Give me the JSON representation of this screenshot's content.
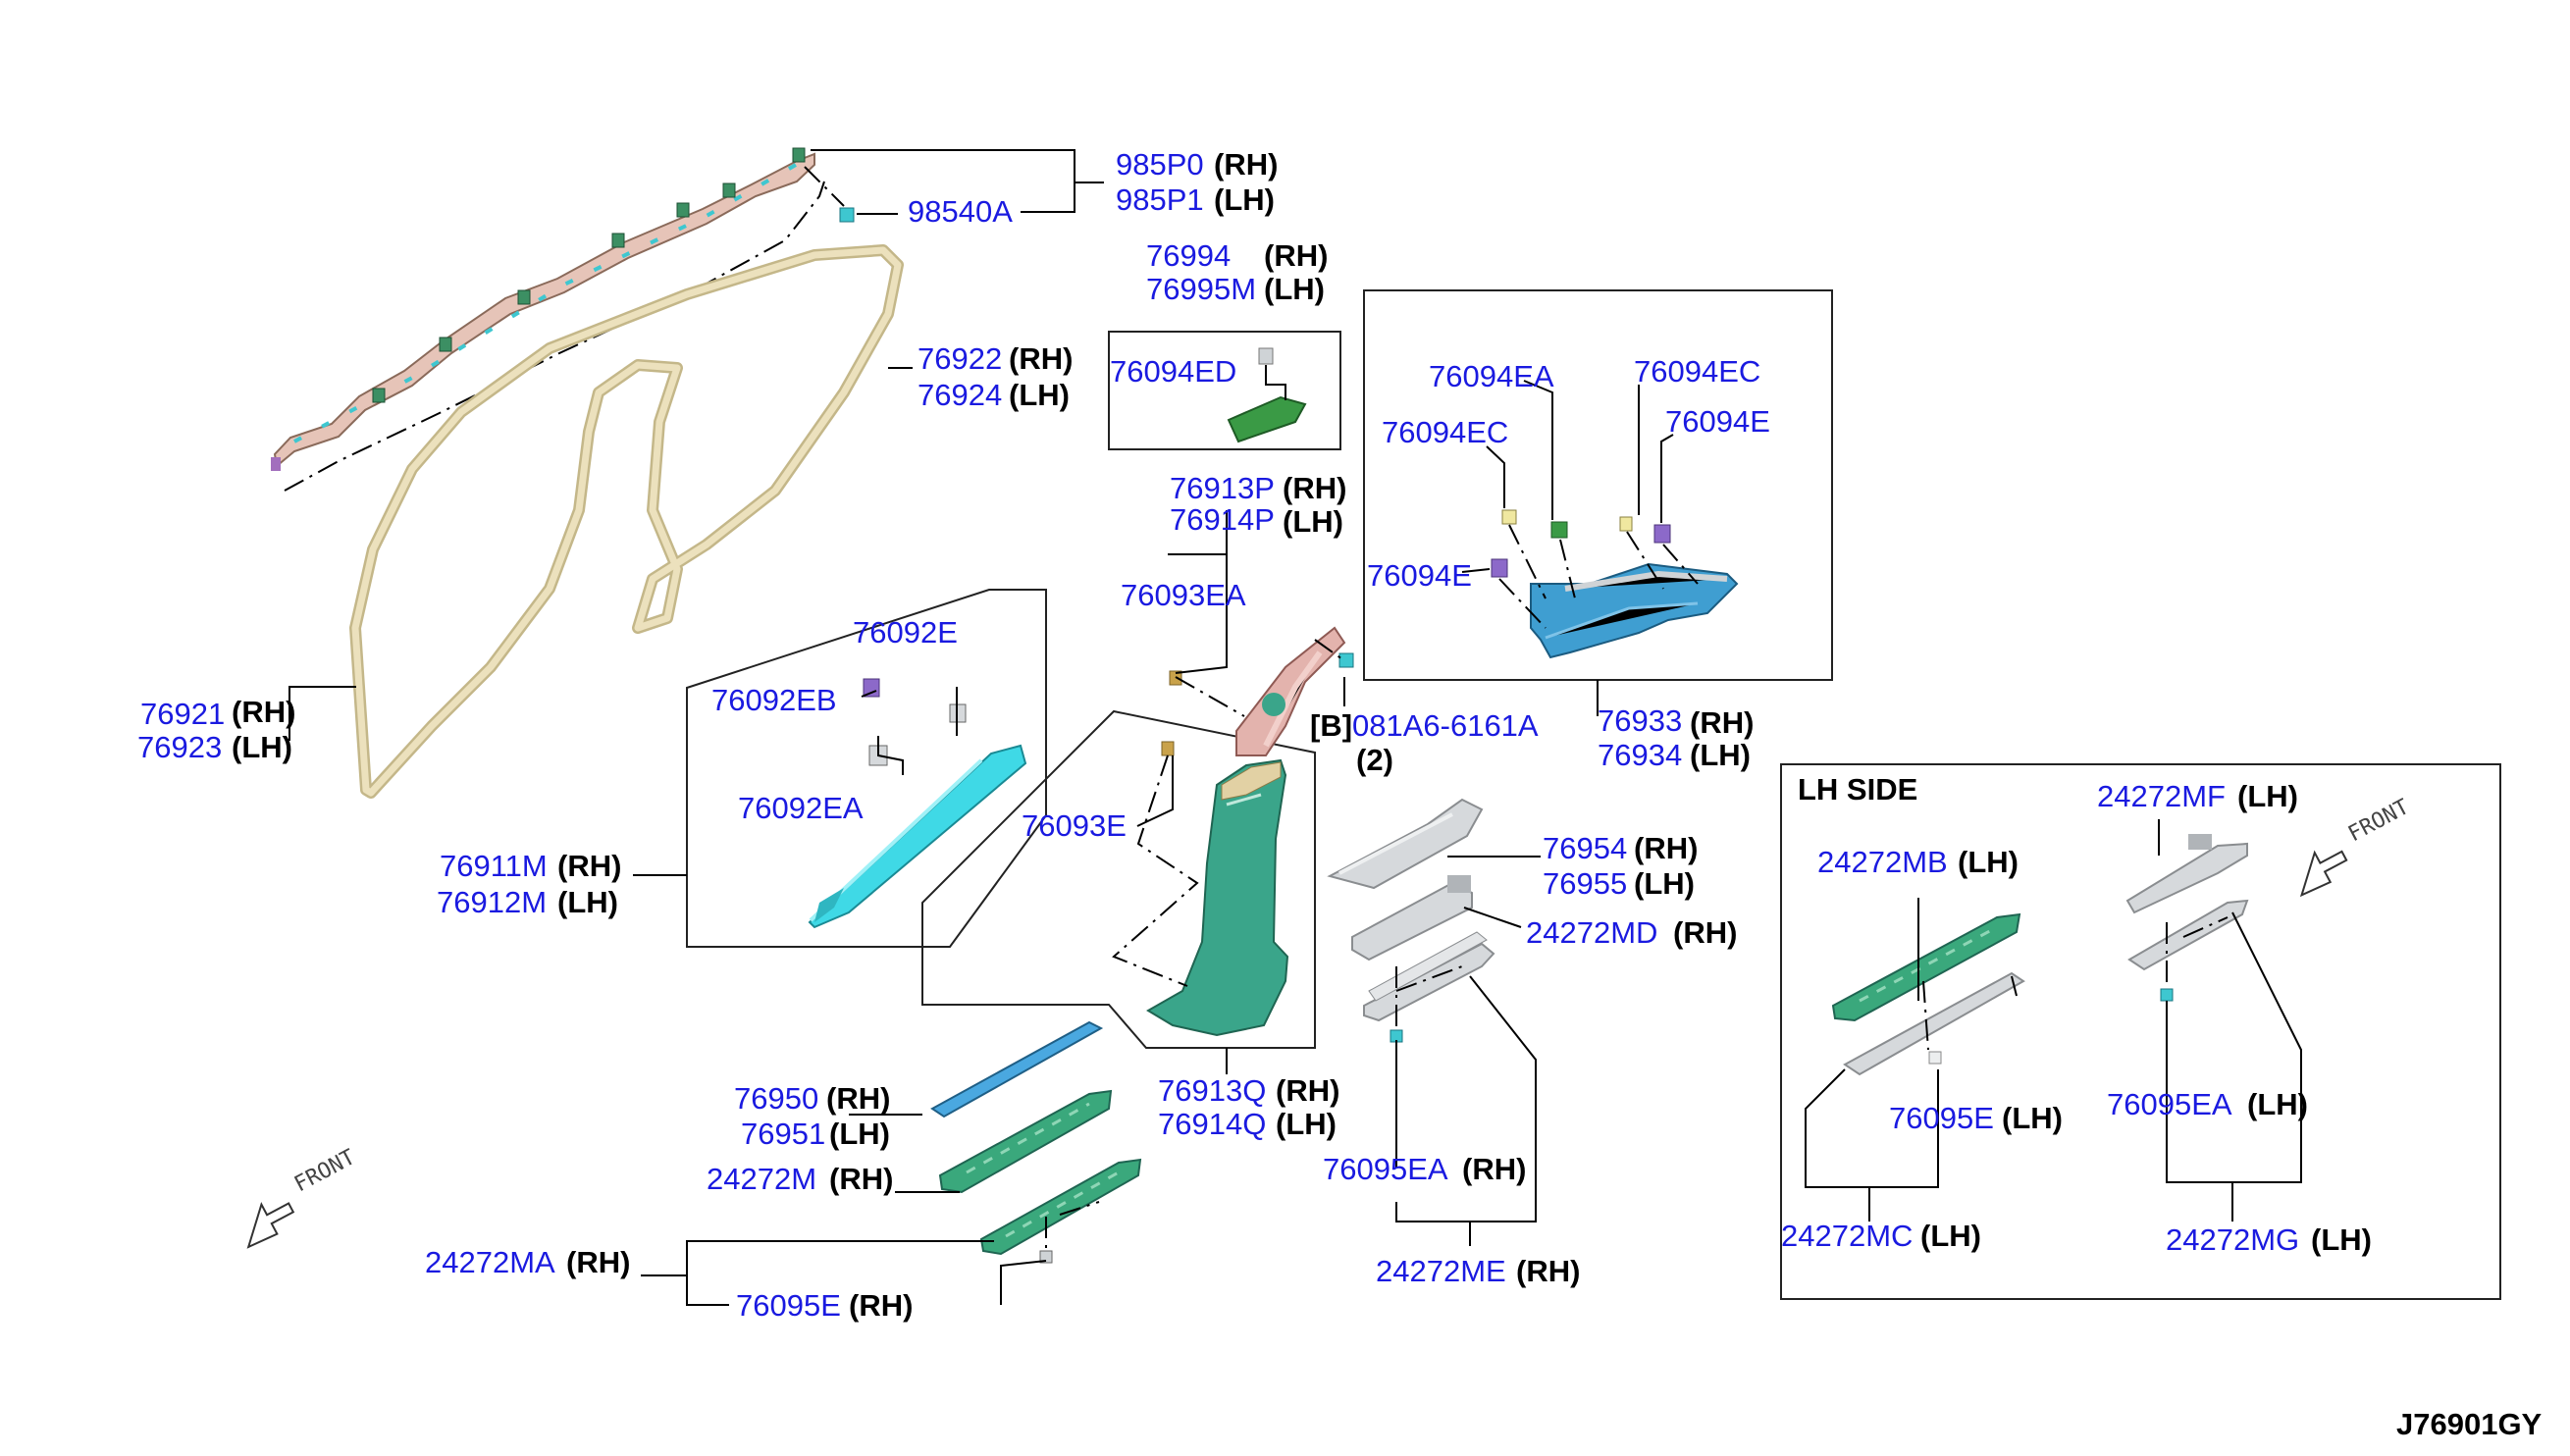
{
  "diagram_id": "J76901GY",
  "side_labels": {
    "rh": "(RH)",
    "lh": "(LH)"
  },
  "front_label": "FRONT",
  "lh_side_title": "LH SIDE",
  "callouts": {
    "p985P0": "985P0",
    "p985P1": "985P1",
    "p98540A": "98540A",
    "p76994": "76994",
    "p76995M": "76995M",
    "p76094ED": "76094ED",
    "p76922": "76922",
    "p76924": "76924",
    "p76921": "76921",
    "p76923": "76923",
    "p76092E": "76092E",
    "p76092EB": "76092EB",
    "p76092EA": "76092EA",
    "p76911M": "76911M",
    "p76912M": "76912M",
    "p76913P": "76913P",
    "p76914P": "76914P",
    "p76093EA": "76093EA",
    "b_prefix": "[B]",
    "p081A6": "081A6-6161A",
    "qty": "(2)",
    "p76093E": "76093E",
    "p76094EA": "76094EA",
    "p76094EC_a": "76094EC",
    "p76094EC_b": "76094EC",
    "p76094E_a": "76094E",
    "p76094E_b": "76094E",
    "p76933": "76933",
    "p76934": "76934",
    "p76954": "76954",
    "p76955": "76955",
    "p24272MD": "24272MD",
    "p76913Q": "76913Q",
    "p76914Q": "76914Q",
    "p76950": "76950",
    "p76951": "76951",
    "p24272M": "24272M",
    "p24272MA": "24272MA",
    "p76095E": "76095E",
    "p76095EA": "76095EA",
    "p24272ME": "24272ME",
    "p24272MB": "24272MB",
    "p24272MF": "24272MF",
    "p76095E_lh": "76095E",
    "p76095EA_lh": "76095EA",
    "p24272MC": "24272MC",
    "p24272MG": "24272MG"
  },
  "colors": {
    "part_number": "#1a1ae0",
    "airbag": "#e6c4b8",
    "weatherstrip": "#ece1bd",
    "a_pillar": "#3fd9e6",
    "b_pillar_lower": "#3aa58a",
    "b_pillar_upper_cap": "#e2d1a4",
    "b_pillar_upper": "#e3b3ad",
    "c_pillar": "#3f9ed1",
    "kick_plate_blue": "#4aa8e0",
    "sill_green": "#3aa87c",
    "bracket_gray": "#d6d9dc",
    "clip_purple": "#8c69c9"
  }
}
